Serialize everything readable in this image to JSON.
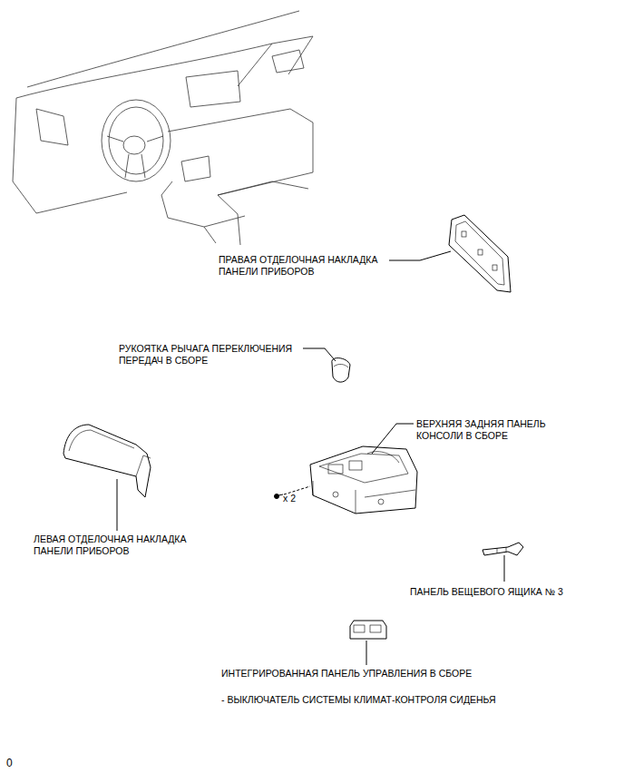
{
  "diagram": {
    "labels": [
      "ПРАВАЯ ОТДЕЛОЧНАЯ НАКЛАДКА ПАНЕЛИ ПРИБОРОВ",
      "РУКОЯТКА РЫЧАГА ПЕРЕКЛЮЧЕНИЯ ПЕРЕДАЧ В СБОРЕ",
      "ВЕРХНЯЯ ЗАДНЯЯ ПАНЕЛЬ КОНСОЛИ В СБОРЕ",
      "x 2",
      "ЛЕВАЯ ОТДЕЛОЧНАЯ НАКЛАДКА ПАНЕЛИ ПРИБОРОВ",
      "ПАНЕЛЬ ВЕЩЕВОГО ЯЩИКА № 3",
      "ИНТЕГРИРОВАННАЯ ПАНЕЛЬ УПРАВЛЕНИЯ В СБОРЕ",
      "- ВЫКЛЮЧАТЕЛЬ СИСТЕМЫ КЛИМАТ-КОНТРОЛЯ СИДЕНЬЯ",
      "0"
    ]
  }
}
